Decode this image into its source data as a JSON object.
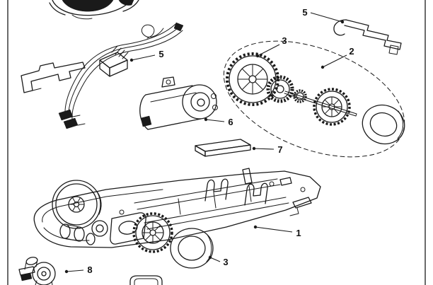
{
  "diagram": {
    "callouts": {
      "bracket_top_right": "5",
      "wiring_harness": "5",
      "front_wheel": "3",
      "axle_assembly": "2",
      "motor": "6",
      "magnet": "7",
      "chassis": "1",
      "rear_tire": "3",
      "guide_unit": "8"
    },
    "colors": {
      "ink": "#1a1a1a",
      "paper": "#ffffff"
    }
  }
}
